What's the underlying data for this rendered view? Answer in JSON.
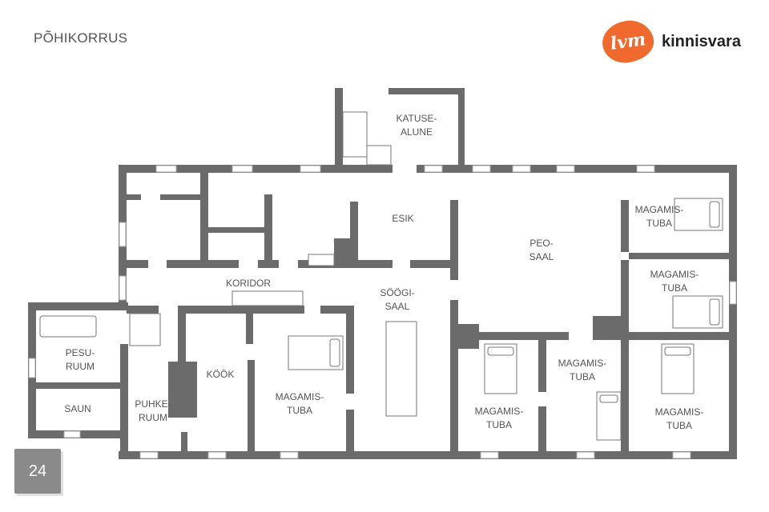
{
  "header": {
    "title": "PÕHIKORRUS"
  },
  "logo": {
    "mark": "lvm",
    "brand": "kinnisvara",
    "color": "#ef6a2c"
  },
  "page_number": "24",
  "rooms": {
    "katusealune": "KATUSE-\nALUNE",
    "esik": "ESIK",
    "peosaal": "PEO-\nSAAL",
    "koridor": "KORIDOR",
    "soogisaal": "SÖÖGI-\nSAAL",
    "pesuruum": "PESU-\nRUUM",
    "saun": "SAUN",
    "puhkeruum": "PUHKE-\nRUUM",
    "kook": "KÖÖK",
    "magamistuba1": "MAGAMIS-\nTUBA",
    "magamistuba2": "MAGAMIS-\nTUBA",
    "magamistuba3": "MAGAMIS-\nTUBA",
    "magamistuba4": "MAGAMIS-\nTUBA",
    "magamistuba5": "MAGAMIS-\nTUBA",
    "magamistuba6": "MAGAMIS-\nTUBA"
  }
}
